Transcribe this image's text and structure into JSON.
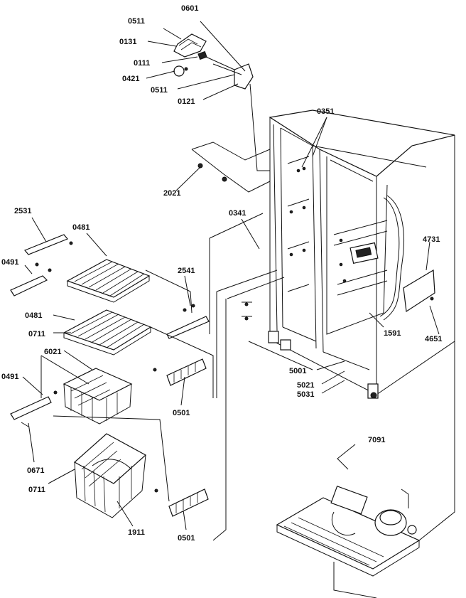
{
  "diagram": {
    "labels": [
      "0601",
      "0511",
      "0131",
      "0111",
      "0421",
      "0511",
      "0121",
      "0351",
      "2021",
      "2531",
      "0481",
      "0491",
      "0341",
      "2541",
      "4731",
      "0481",
      "0711",
      "6021",
      "1591",
      "4651",
      "5001",
      "5021",
      "5031",
      "0491",
      "0501",
      "7091",
      "0671",
      "0711",
      "1911",
      "0501"
    ]
  }
}
